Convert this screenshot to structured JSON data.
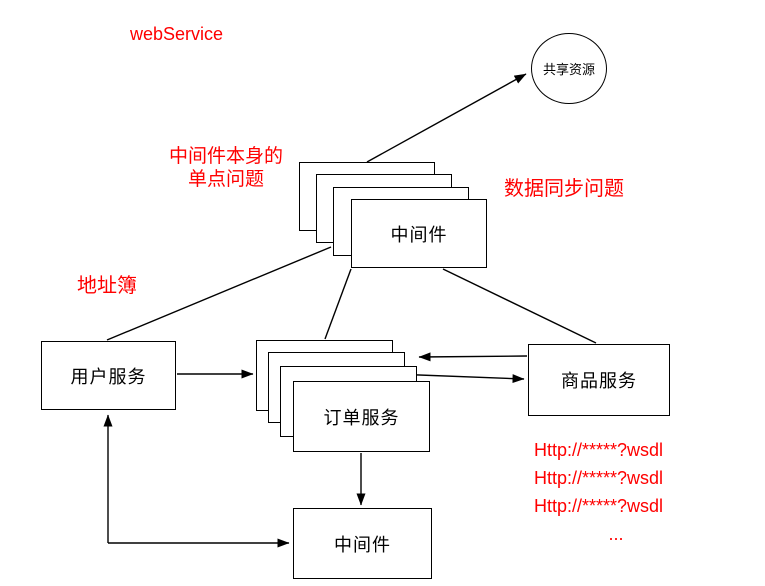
{
  "annotations": {
    "web_service": "webService",
    "middleware_spof": [
      "中间件本身的",
      "单点问题"
    ],
    "data_sync": "数据同步问题",
    "address_book": "地址簿",
    "wsdl_urls": [
      "Http://*****?wsdl",
      "Http://*****?wsdl",
      "Http://*****?wsdl"
    ],
    "ellipsis": "..."
  },
  "nodes": {
    "shared_resource": {
      "label": "共享资源",
      "shape": "circle"
    },
    "middleware_top": {
      "label": "中间件",
      "shape": "stacked-box",
      "stack_count": 4
    },
    "user_service": {
      "label": "用户服务",
      "shape": "box"
    },
    "order_service": {
      "label": "订单服务",
      "shape": "stacked-box",
      "stack_count": 4
    },
    "product_service": {
      "label": "商品服务",
      "shape": "box"
    },
    "middleware_bottom": {
      "label": "中间件",
      "shape": "box"
    }
  },
  "colors": {
    "annotation_red": "#FF0000",
    "line_black": "#000000",
    "node_fill": "#FFFFFF"
  }
}
